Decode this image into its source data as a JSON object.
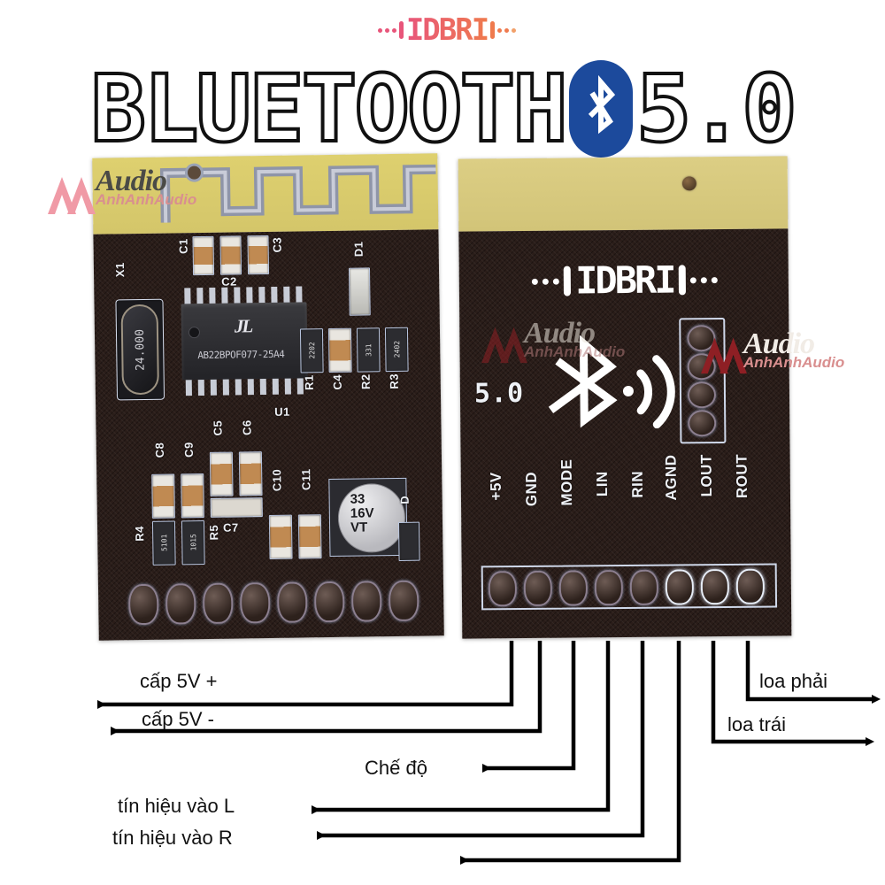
{
  "header": {
    "brand_logo_text": "IDBRI",
    "title_part1": "BLUETOOTH",
    "title_version": "5.0",
    "bluetooth_icon": "bluetooth-icon",
    "badge_color": "#1c4a9c",
    "logo_gradient_from": "#e8557a",
    "logo_gradient_to": "#ef7a4e"
  },
  "watermark": {
    "main": "Audio",
    "sub": "AnhAnhAudio",
    "mark_color_left": "#f09aa6",
    "mark_color_right": "#8e1f24"
  },
  "left_board": {
    "name": "bluetooth-module-front",
    "antenna": "pcb-meander-antenna",
    "crystal": {
      "ref": "X1",
      "value": "24.000"
    },
    "ic": {
      "ref": "U1",
      "brand": "JL",
      "part_number": "AB22BPOF077-25A4"
    },
    "electrolytic_cap": {
      "line1": "33",
      "line2": "16V",
      "line3": "VT"
    },
    "components": [
      {
        "ref": "C1"
      },
      {
        "ref": "C2"
      },
      {
        "ref": "C3"
      },
      {
        "ref": "D1"
      },
      {
        "ref": "R1",
        "code": "2202"
      },
      {
        "ref": "C4"
      },
      {
        "ref": "R2",
        "code": "331"
      },
      {
        "ref": "R3",
        "code": "2402"
      },
      {
        "ref": "C5"
      },
      {
        "ref": "C6"
      },
      {
        "ref": "C7"
      },
      {
        "ref": "C8"
      },
      {
        "ref": "C9"
      },
      {
        "ref": "C10"
      },
      {
        "ref": "C11"
      },
      {
        "ref": "R4",
        "code": "5101"
      },
      {
        "ref": "R5",
        "code": "1015"
      },
      {
        "ref": "D"
      },
      {
        "ref": "U1"
      }
    ],
    "pad_count": 8
  },
  "right_board": {
    "name": "bluetooth-module-back",
    "silk_logo": "IDBRI",
    "version_text": "5.0",
    "bluetooth_symbol": "bluetooth-wave-icon",
    "header_pins_vertical": 4,
    "pins": [
      {
        "label": "+5V"
      },
      {
        "label": "GND"
      },
      {
        "label": "MODE"
      },
      {
        "label": "LIN"
      },
      {
        "label": "RIN"
      },
      {
        "label": "AGND"
      },
      {
        "label": "LOUT"
      },
      {
        "label": "ROUT"
      }
    ]
  },
  "annotations": {
    "power_plus": "cấp 5V +",
    "power_minus": "cấp 5V -",
    "mode": "Chế độ",
    "input_left": "tín hiệu vào L",
    "input_right": "tín hiệu vào R",
    "speaker_right": "loa phải",
    "speaker_left": "loa trái"
  }
}
